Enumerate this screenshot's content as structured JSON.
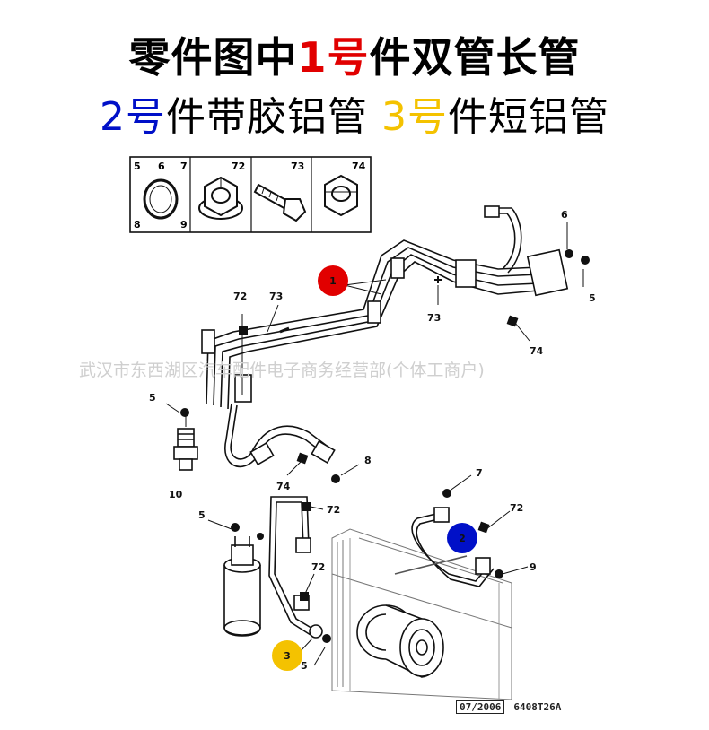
{
  "header": {
    "line1_prefix": "零件图中",
    "line1_highlight": "1号",
    "line1_suffix": "件双管长管",
    "line2_part2": "2号",
    "line2_mid": "件带胶铝管 ",
    "line2_part3": "3号",
    "line2_suffix": "件短铝管"
  },
  "legend": {
    "cells": [
      {
        "labels": [
          "5",
          "6",
          "7"
        ],
        "bottom": [
          "8",
          "9"
        ],
        "icon": "o-ring-icon"
      },
      {
        "labels": [
          "72"
        ],
        "icon": "flange-nut-icon"
      },
      {
        "labels": [
          "73"
        ],
        "icon": "bolt-icon"
      },
      {
        "labels": [
          "74"
        ],
        "icon": "hex-nut-icon"
      }
    ]
  },
  "callouts": {
    "c1": "1",
    "c2": "2",
    "c3": "3"
  },
  "labels": {
    "l6": "6",
    "l5_tr": "5",
    "l73_r": "73",
    "l74_r": "74",
    "l72_top": "72",
    "l73_top": "73",
    "l5_left": "5",
    "l10": "10",
    "l74_mid": "74",
    "l8": "8",
    "l5_mid": "5",
    "l72_mid": "72",
    "l7": "7",
    "l72_right": "72",
    "l9": "9",
    "l72_low": "72",
    "l5_bot": "5"
  },
  "watermark": "武汉市东西湖区汽车配件电子商务经营部(个体工商户)",
  "footer": {
    "ref": "07/2006",
    "code": "6408T26A"
  },
  "colors": {
    "red": "#e10000",
    "blue": "#0010c8",
    "yellow": "#f4c200"
  }
}
